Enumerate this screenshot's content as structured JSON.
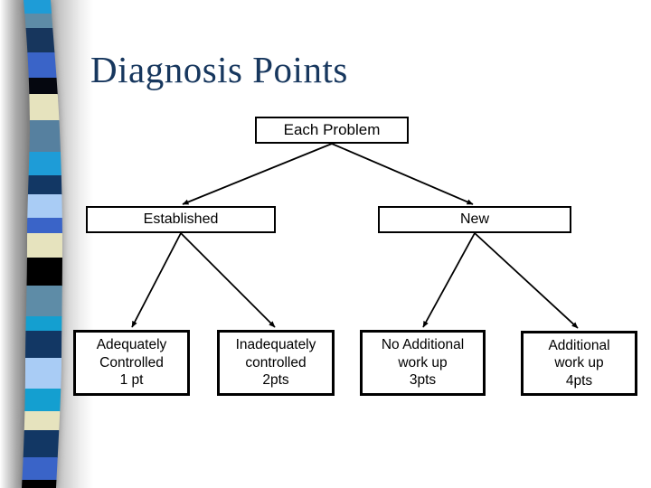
{
  "slide": {
    "title": "Diagnosis Points",
    "title_color": "#17375E",
    "background_color": "#FFFFFF"
  },
  "tree": {
    "root": {
      "label": "Each Problem"
    },
    "branches": [
      {
        "label": "Established",
        "children": [
          {
            "label": "Adequately\nControlled\n1 pt"
          },
          {
            "label": "Inadequately\ncontrolled\n2pts"
          }
        ]
      },
      {
        "label": "New",
        "children": [
          {
            "label": "No Additional\nwork up\n3pts"
          },
          {
            "label": "Additional\nwork up\n4pts"
          }
        ]
      }
    ],
    "box_border_color": "#000000",
    "connector_color": "#000000"
  },
  "ribbon": {
    "stripes": [
      {
        "color": "#1E9CD7",
        "h": 15
      },
      {
        "color": "#5E8CA7",
        "h": 16
      },
      {
        "color": "#17365D",
        "h": 27
      },
      {
        "color": "#3A64C8",
        "h": 28
      },
      {
        "color": "#05070F",
        "h": 18
      },
      {
        "color": "#E6E3BE",
        "h": 29
      },
      {
        "color": "#56809F",
        "h": 35
      },
      {
        "color": "#1E9CD7",
        "h": 26
      },
      {
        "color": "#123764",
        "h": 21
      },
      {
        "color": "#A9CCF5",
        "h": 26
      },
      {
        "color": "#3A64C8",
        "h": 17
      },
      {
        "color": "#E6E3BE",
        "h": 27
      },
      {
        "color": "#000000",
        "h": 31
      },
      {
        "color": "#5E8CA7",
        "h": 34
      },
      {
        "color": "#149FD0",
        "h": 16
      },
      {
        "color": "#123764",
        "h": 30
      },
      {
        "color": "#A9CCF5",
        "h": 34
      },
      {
        "color": "#149FD0",
        "h": 25
      },
      {
        "color": "#E6E3BE",
        "h": 21
      },
      {
        "color": "#123764",
        "h": 30
      },
      {
        "color": "#3A64C8",
        "h": 25
      },
      {
        "color": "#000000",
        "h": 9
      }
    ]
  }
}
